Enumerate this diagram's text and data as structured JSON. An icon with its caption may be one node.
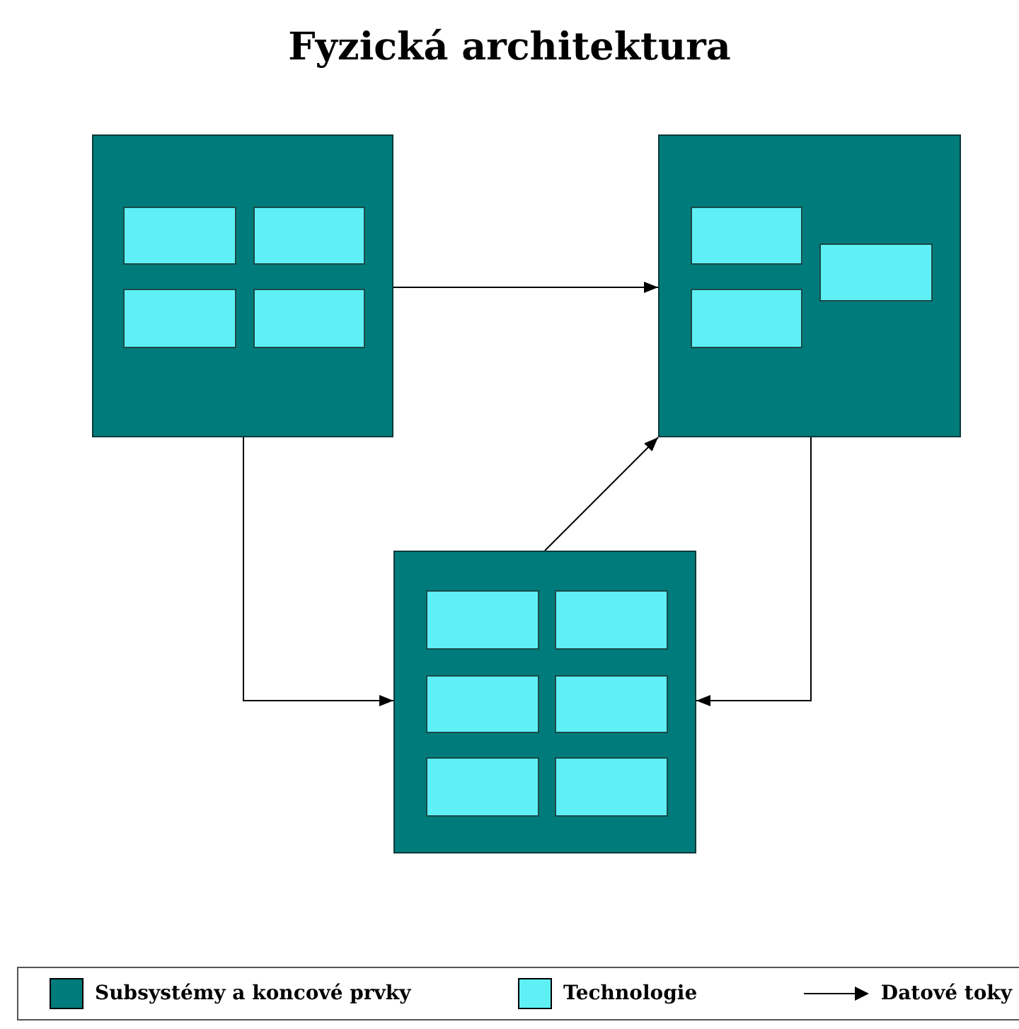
{
  "diagram": {
    "title": "Fyzická architektura",
    "nodes": [
      {
        "text": [],
        "shape": "box"
      },
      {
        "text": [],
        "shape": "box",
        "in": 0
      },
      {
        "text": [],
        "shape": "box",
        "in": 0
      },
      {
        "text": [],
        "shape": "box",
        "in": 0
      },
      {
        "text": [],
        "shape": "box",
        "in": 0
      },
      {
        "text": [],
        "shape": "box"
      },
      {
        "text": [],
        "shape": "box",
        "in": 5
      },
      {
        "text": [],
        "shape": "box",
        "in": 5
      },
      {
        "text": [],
        "shape": "box",
        "in": 5
      },
      {
        "text": [],
        "shape": "box"
      },
      {
        "text": [],
        "shape": "box",
        "in": 9
      },
      {
        "text": [],
        "shape": "box",
        "in": 9
      },
      {
        "text": [],
        "shape": "box",
        "in": 9
      },
      {
        "text": [],
        "shape": "box",
        "in": 9
      },
      {
        "text": [],
        "shape": "box",
        "in": 9
      },
      {
        "text": [],
        "shape": "box",
        "in": 9
      }
    ],
    "edges": [
      {
        "from": 0,
        "to": 5,
        "arrow": "to"
      },
      {
        "from": 0,
        "to": 9,
        "arrow": "to"
      },
      {
        "from": 5,
        "to": 9,
        "arrow": "to"
      },
      {
        "from": 9,
        "to": 5,
        "arrow": "to"
      }
    ],
    "legend": [
      {
        "text": "Subsystémy a koncové prvky",
        "color": "#007b7b"
      },
      {
        "text": "Technologie",
        "color": "#5ef0f5"
      },
      {
        "text": "Datové toky"
      }
    ]
  }
}
